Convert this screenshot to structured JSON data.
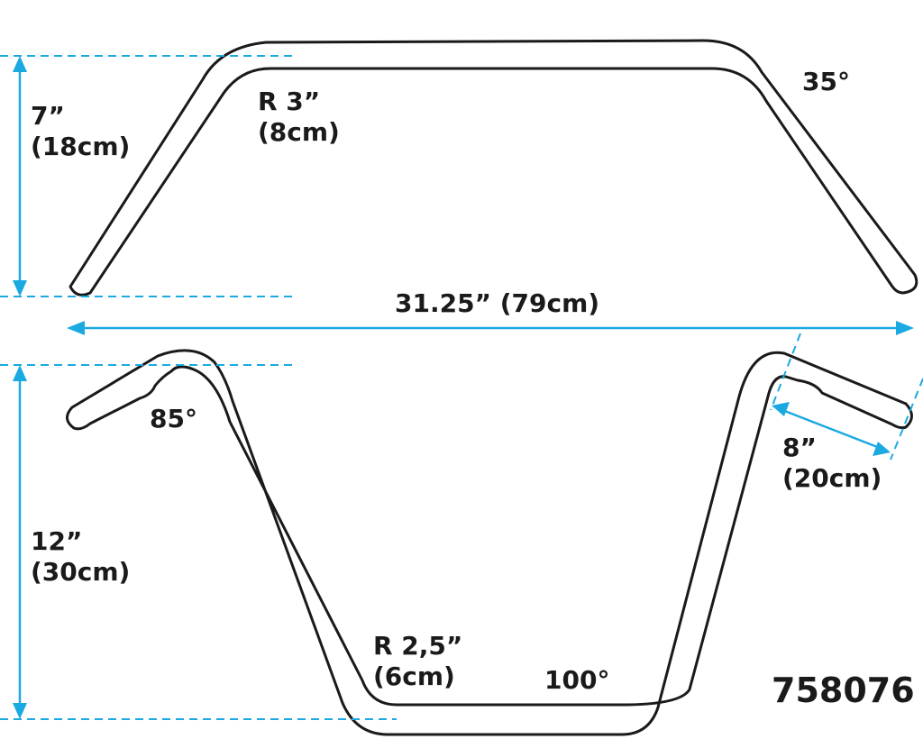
{
  "diagram": {
    "part_number": "758076",
    "top_view": {
      "rise_in": "7”",
      "rise_cm": "(18cm)",
      "radius_in": "R 3”",
      "radius_cm": "(8cm)",
      "angle": "35°"
    },
    "width": "31.25” (79cm)",
    "front_view": {
      "height_in": "12”",
      "height_cm": "(30cm)",
      "angle_left": "85°",
      "radius_in": "R 2,5”",
      "radius_cm": "(6cm)",
      "angle_bottom": "100°",
      "grip_in": "8”",
      "grip_cm": "(20cm)"
    },
    "colors": {
      "dimension": "#1ba9e1",
      "outline": "#1a1a1a"
    }
  }
}
